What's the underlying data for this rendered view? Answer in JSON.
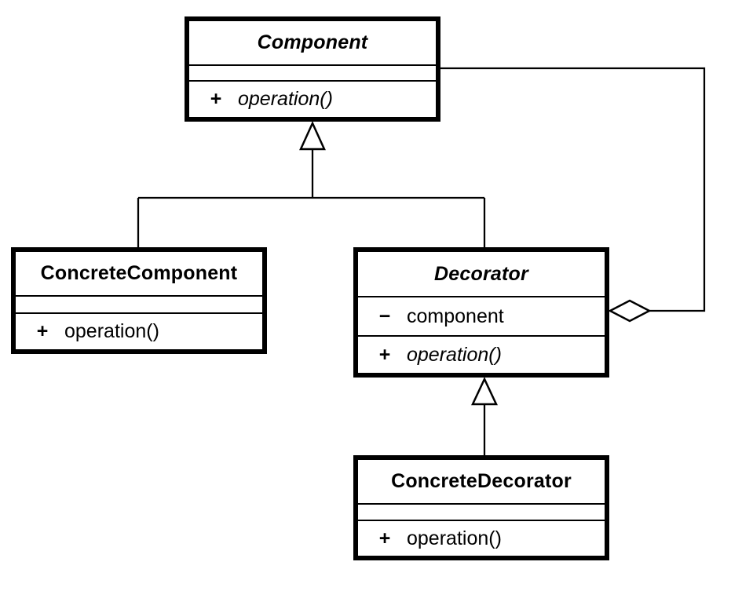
{
  "colors": {
    "line": "#000000",
    "box_border": "#000000",
    "box_fill": "#ffffff",
    "background": "#ffffff",
    "text": "#000000"
  },
  "classes": {
    "component": {
      "name": "Component",
      "abstract": true,
      "attributes": [],
      "methods": [
        {
          "visibility": "+",
          "signature": "operation()",
          "abstract": true
        }
      ]
    },
    "concrete_component": {
      "name": "ConcreteComponent",
      "abstract": false,
      "attributes": [],
      "methods": [
        {
          "visibility": "+",
          "signature": "operation()",
          "abstract": false
        }
      ]
    },
    "decorator": {
      "name": "Decorator",
      "abstract": true,
      "attributes": [
        {
          "visibility": "−",
          "name": "component"
        }
      ],
      "methods": [
        {
          "visibility": "+",
          "signature": "operation()",
          "abstract": true
        }
      ]
    },
    "concrete_decorator": {
      "name": "ConcreteDecorator",
      "abstract": false,
      "attributes": [],
      "methods": [
        {
          "visibility": "+",
          "signature": "operation()",
          "abstract": false
        }
      ]
    }
  },
  "relationships": [
    {
      "type": "generalization",
      "from": "ConcreteComponent",
      "to": "Component",
      "marker": "hollow-triangle"
    },
    {
      "type": "generalization",
      "from": "Decorator",
      "to": "Component",
      "marker": "hollow-triangle"
    },
    {
      "type": "generalization",
      "from": "ConcreteDecorator",
      "to": "Decorator",
      "marker": "hollow-triangle"
    },
    {
      "type": "aggregation",
      "from": "Decorator",
      "to": "Component",
      "marker": "hollow-diamond"
    }
  ]
}
